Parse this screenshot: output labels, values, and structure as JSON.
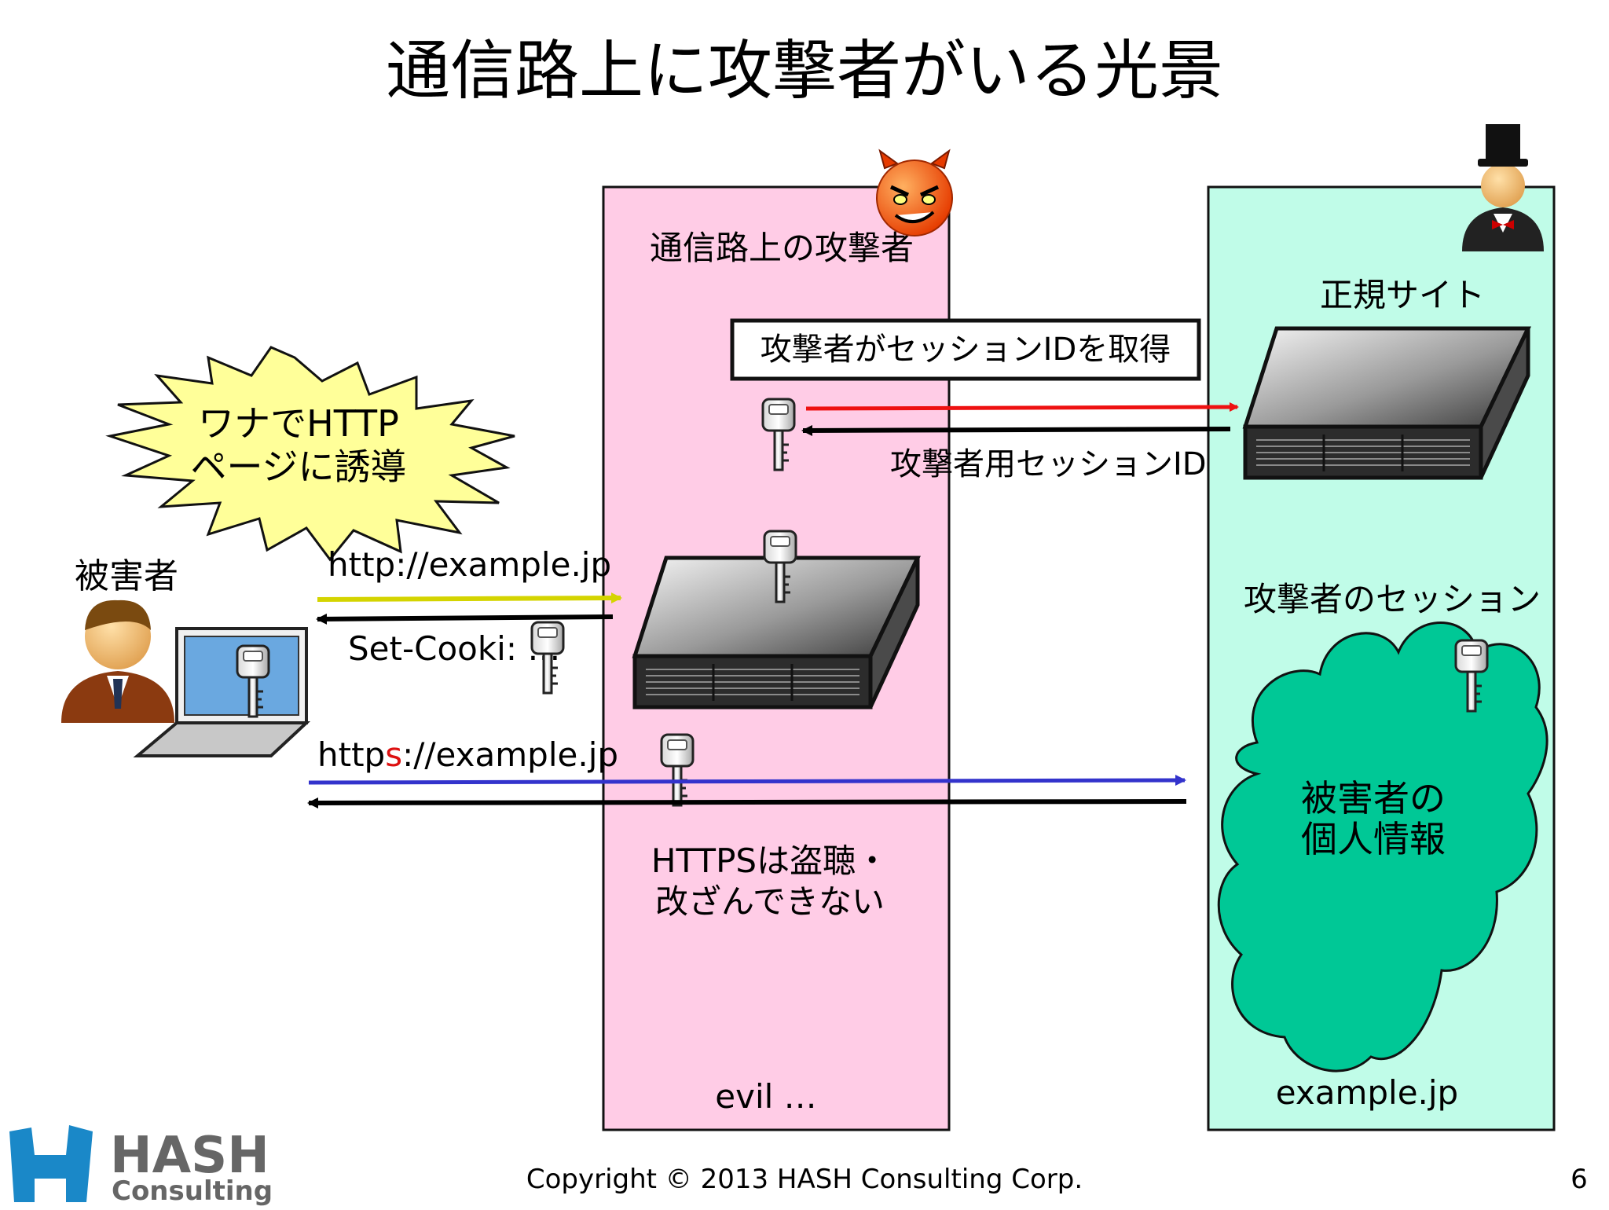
{
  "slide": {
    "title": "通信路上に攻撃者がいる光景",
    "page_number": "6",
    "copyright": "Copyright © 2013 HASH Consulting Corp."
  },
  "logo": {
    "line1": "HASH",
    "line2": "Consulting"
  },
  "attacker_panel": {
    "label": "通信路上の攻撃者",
    "footer": "evil …",
    "steal_box": "攻撃者がセッションIDを取得",
    "session_id_label": "攻撃者用セッションID",
    "https_note_line1": "HTTPSは盗聴・",
    "https_note_line2": "改ざんできない"
  },
  "site_panel": {
    "label": "正規サイト",
    "session_label": "攻撃者のセッション",
    "cloud_line1": "被害者の",
    "cloud_line2": "個人情報",
    "footer": "example.jp"
  },
  "victim": {
    "label": "被害者"
  },
  "burst": {
    "line1": "ワナでHTTP",
    "line2": "ページに誘導"
  },
  "arrows": {
    "http_url": "http://example.jp",
    "set_cookie": "Set-Cooki: …",
    "https_prefix": "http",
    "https_s": "s",
    "https_suffix": "://example.jp"
  },
  "colors": {
    "attacker_bg": "#ffcce6",
    "site_bg": "#c0fce8",
    "cloud": "#00c896",
    "burst": "#ffff99",
    "http_arrow": "#d4d400",
    "https_arrow": "#3333cc",
    "steal_arrow": "#ee1111",
    "https_s": "#dd1111"
  }
}
